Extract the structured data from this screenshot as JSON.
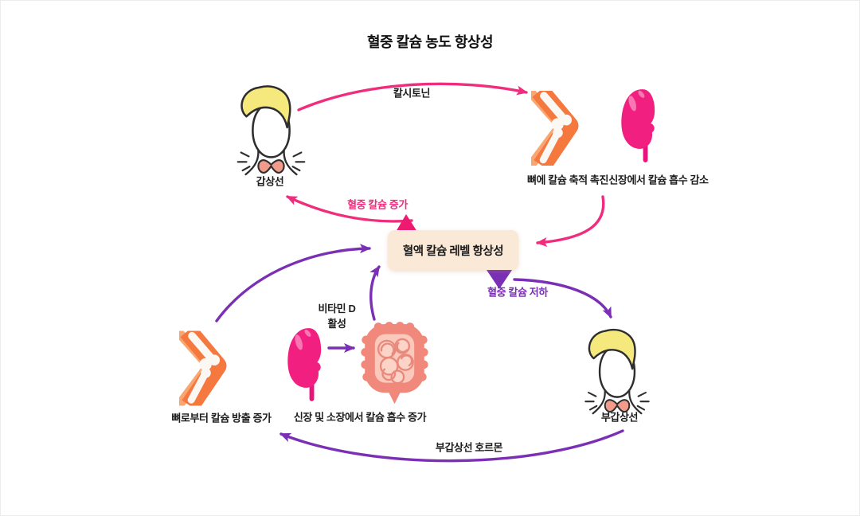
{
  "title": "혈중 칼슘 농도 항상성",
  "colors": {
    "pink": "#F02D7C",
    "purple": "#7A2FB5",
    "box_bg": "#FBE9D8",
    "text": "#1D1D1D"
  },
  "center_box": {
    "label": "혈액 칼슘 레벨 항상성"
  },
  "nodes": {
    "thyroid": {
      "label": "갑상선"
    },
    "bone_top": {
      "label": "뼈에 칼슘 축적 촉진"
    },
    "kidney_top": {
      "label": "신장에서 칼슘 흡수 감소"
    },
    "parathyroid": {
      "label": "부갑상선"
    },
    "bone_bottom": {
      "label": "뼈로부터 칼슘 방출 증가"
    },
    "kidney_intestine": {
      "label": "신장 및 소장에서 칼슘 흡수 증가"
    }
  },
  "arrow_labels": {
    "calcitonin": "칼시토닌",
    "calcium_increase": "혈중 칼슘 증가",
    "calcium_decrease": "혈중 칼슘 저하",
    "pth": "부갑상선 호르몬",
    "vitamin_d_line1": "비타민 D",
    "vitamin_d_line2": "활성"
  }
}
